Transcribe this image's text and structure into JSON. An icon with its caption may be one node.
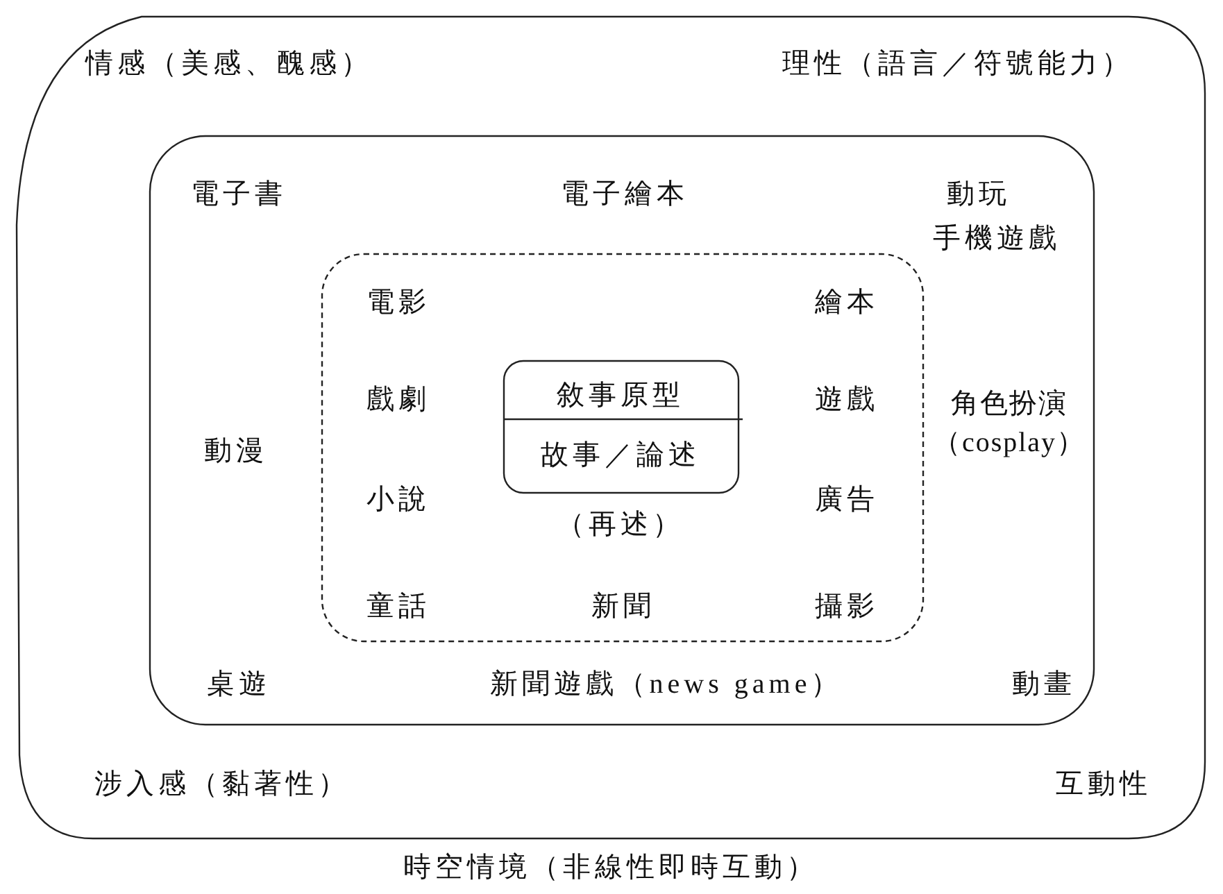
{
  "diagram": {
    "nodes": [
      {
        "text": [
          "情感（美感、醜感）",
          "理性（語言／符號能力）",
          "涉入感（黏著性）",
          "互動性",
          "時空情境（非線性即時互動）"
        ]
      },
      {
        "text": [
          "電子書",
          "電子繪本",
          "動玩",
          "手機遊戲",
          "動漫",
          "角色扮演（cosplay）",
          "桌遊",
          "新聞遊戲（news game）",
          "動畫"
        ],
        "in": 0
      },
      {
        "text": [
          "電影",
          "繪本",
          "戲劇",
          "遊戲",
          "小說",
          "廣告",
          "童話",
          "新聞",
          "攝影"
        ],
        "in": 1
      },
      {
        "text": [
          "敘事原型",
          "故事／論述"
        ],
        "beside": [
          "（再述）"
        ],
        "in": 2
      }
    ],
    "edges": []
  }
}
